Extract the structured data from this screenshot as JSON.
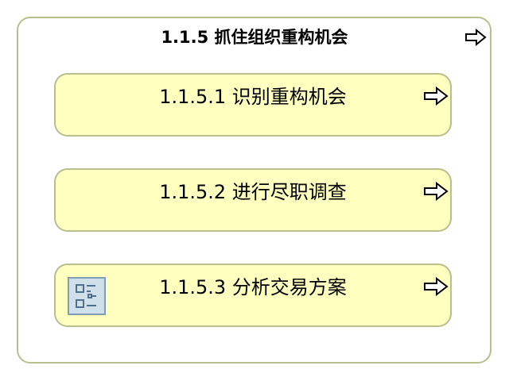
{
  "container": {
    "title": "1.1.5 抓住组织重构机会",
    "icon": "arrow-right-outline-icon"
  },
  "cards": [
    {
      "label": "1.1.5.1 识别重构机会",
      "icon": "arrow-right-outline-icon"
    },
    {
      "label": "1.1.5.2 进行尽职调查",
      "icon": "arrow-right-outline-icon"
    },
    {
      "label": "1.1.5.3 分析交易方案",
      "icon": "arrow-right-outline-icon",
      "badge_icon": "process-list-icon"
    }
  ],
  "colors": {
    "card_fill": "#ffffbf",
    "border": "#b9be8e",
    "badge_fill": "#cfe0eb",
    "badge_stroke": "#4f6f8f"
  }
}
